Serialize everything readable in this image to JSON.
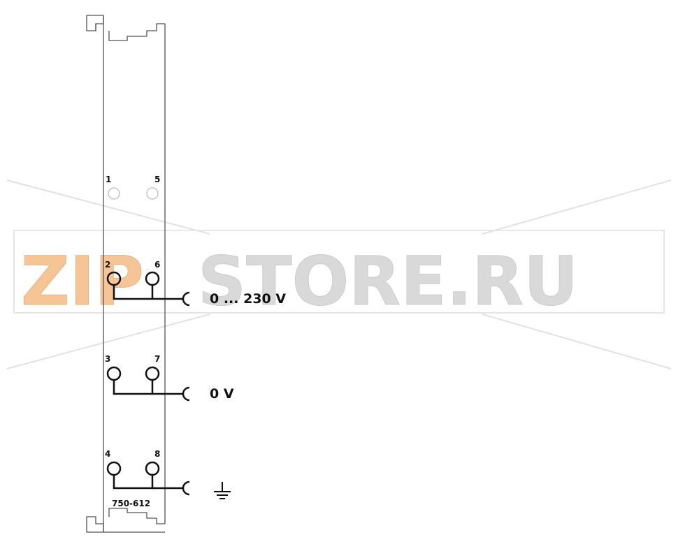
{
  "terminals": {
    "pin_1": "1",
    "pin_5": "5",
    "pin_2": "2",
    "pin_6": "6",
    "pin_3": "3",
    "pin_7": "7",
    "pin_4": "4",
    "pin_8": "8"
  },
  "connections": {
    "voltage_label": "0 ... 230 V",
    "zero_label": "0 V"
  },
  "module": {
    "model_number": "750-612"
  },
  "watermark": {
    "part1": "ZIP",
    "part2": "STORE.RU"
  }
}
